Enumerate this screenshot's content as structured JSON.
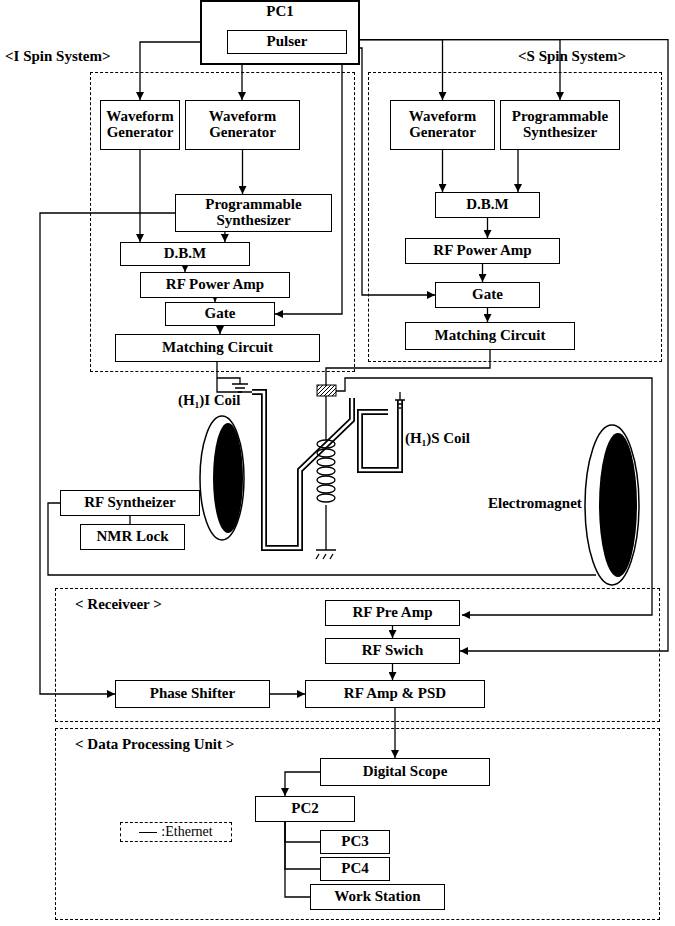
{
  "diagram": {
    "nodes": [
      {
        "text": [
          "PC1"
        ]
      },
      {
        "text": [
          "Pulser"
        ],
        "in": 0
      },
      {
        "text": [
          "<I Spin System>"
        ]
      },
      {
        "text": [
          "Waveform Generator"
        ],
        "in": 2
      },
      {
        "text": [
          "Waveform Generator"
        ],
        "in": 2
      },
      {
        "text": [
          "Programmable Synthesizer"
        ],
        "in": 2
      },
      {
        "text": [
          "D.B.M"
        ],
        "in": 2
      },
      {
        "text": [
          "RF Power Amp"
        ],
        "in": 2
      },
      {
        "text": [
          "Gate"
        ],
        "in": 2
      },
      {
        "text": [
          "Matching Circuit"
        ],
        "in": 2
      },
      {
        "text": [
          "<S Spin System>"
        ]
      },
      {
        "text": [
          "Waveform Generator"
        ],
        "in": 10
      },
      {
        "text": [
          "Programmable Synthesizer"
        ],
        "in": 10
      },
      {
        "text": [
          "D.B.M"
        ],
        "in": 10
      },
      {
        "text": [
          "RF Power Amp"
        ],
        "in": 10
      },
      {
        "text": [
          "Gate"
        ],
        "in": 10
      },
      {
        "text": [
          "Matching Circuit"
        ],
        "in": 10
      },
      {
        "text": [
          "RF Syntheizer"
        ]
      },
      {
        "text": [
          "NMR Lock"
        ]
      },
      {
        "text": [
          "< Receiveer >"
        ]
      },
      {
        "text": [
          "RF Pre Amp"
        ],
        "in": 19
      },
      {
        "text": [
          "RF Swich"
        ],
        "in": 19
      },
      {
        "text": [
          "Phase Shifter"
        ],
        "in": 19
      },
      {
        "text": [
          "RF Amp & PSD"
        ],
        "in": 19
      },
      {
        "text": [
          "< Data Processing Unit >"
        ]
      },
      {
        "text": [
          "Digital Scope"
        ],
        "in": 24
      },
      {
        "text": [
          "PC2"
        ],
        "in": 24
      },
      {
        "text": [
          "PC3"
        ],
        "in": 24
      },
      {
        "text": [
          "PC4"
        ],
        "in": 24
      },
      {
        "text": [
          "Work Station"
        ],
        "in": 24
      }
    ],
    "edges": [
      {
        "from": 1,
        "to": 3,
        "arrow": "to"
      },
      {
        "from": 1,
        "to": 4,
        "arrow": "to"
      },
      {
        "from": 1,
        "to": 8,
        "arrow": "to"
      },
      {
        "from": 1,
        "to": 15,
        "arrow": "to"
      },
      {
        "from": 1,
        "to": 11,
        "arrow": "to"
      },
      {
        "from": 1,
        "to": 12,
        "arrow": "to"
      },
      {
        "from": 1,
        "to": 21,
        "arrow": "to"
      },
      {
        "from": 3,
        "to": 6,
        "arrow": "to"
      },
      {
        "from": 4,
        "to": 5,
        "arrow": "to"
      },
      {
        "from": 5,
        "to": 6,
        "arrow": "to"
      },
      {
        "from": 5,
        "to": 22,
        "arrow": "to"
      },
      {
        "from": 6,
        "to": 7,
        "arrow": "to"
      },
      {
        "from": 7,
        "to": 8,
        "arrow": "to"
      },
      {
        "from": 8,
        "to": 9,
        "arrow": "to"
      },
      {
        "from": 11,
        "to": 13,
        "arrow": "to"
      },
      {
        "from": 12,
        "to": 13,
        "arrow": "to"
      },
      {
        "from": 13,
        "to": 14,
        "arrow": "to"
      },
      {
        "from": 14,
        "to": 15,
        "arrow": "to"
      },
      {
        "from": 15,
        "to": 16,
        "arrow": "to"
      },
      {
        "from": 17,
        "to": 18,
        "arrow": "none"
      },
      {
        "from": 20,
        "to": 21,
        "arrow": "to"
      },
      {
        "from": 21,
        "to": 23,
        "arrow": "to"
      },
      {
        "from": 22,
        "to": 23,
        "arrow": "to"
      },
      {
        "from": 23,
        "to": 25,
        "arrow": "to"
      },
      {
        "from": 25,
        "to": 26,
        "arrow": "to"
      },
      {
        "from": 26,
        "to": 27,
        "arrow": "none"
      },
      {
        "from": 26,
        "to": 28,
        "arrow": "none"
      },
      {
        "from": 26,
        "to": 29,
        "arrow": "none"
      }
    ],
    "labels": [
      "(H₁)I Coil",
      "(H₁)S Coil",
      "Electromagnet"
    ],
    "legend": [
      {
        "text": ":Ethernet"
      }
    ]
  }
}
